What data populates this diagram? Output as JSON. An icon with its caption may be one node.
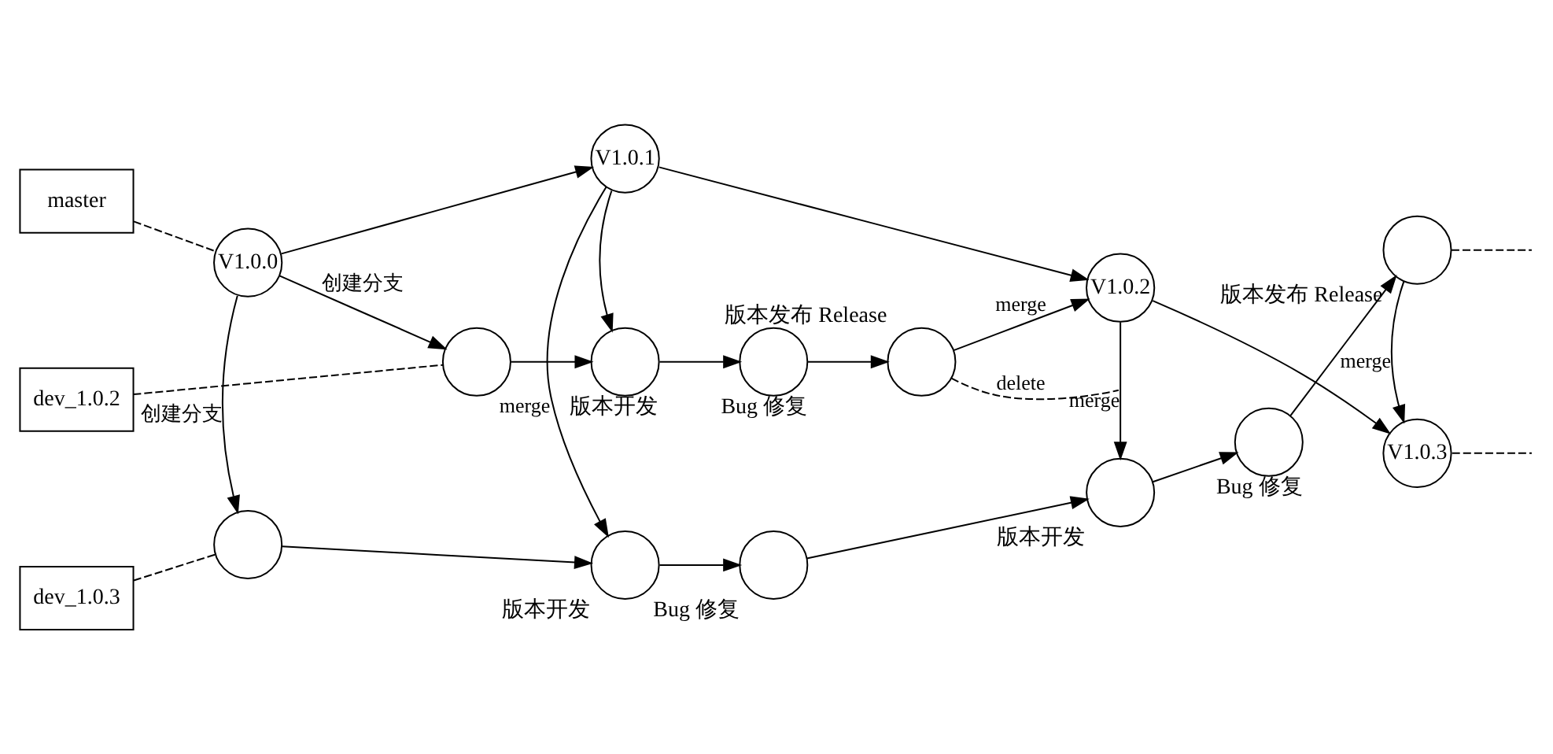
{
  "diagram": {
    "nodes": [
      {
        "text": [
          "master"
        ]
      },
      {
        "text": [
          "dev_1.0.2"
        ]
      },
      {
        "text": [
          "dev_1.0.3"
        ]
      },
      {
        "text": [
          "V1.0.0"
        ]
      },
      {
        "text": [
          "V1.0.1"
        ]
      },
      {
        "text": [
          "V1.0.2"
        ]
      },
      {
        "text": [
          "V1.0.3"
        ]
      },
      {
        "text": [],
        "shape": "circle"
      },
      {
        "text": [],
        "shape": "circle",
        "beside": [
          "版本开发"
        ]
      },
      {
        "text": [],
        "shape": "circle",
        "beside": [
          "Bug 修复"
        ]
      },
      {
        "text": [],
        "shape": "circle",
        "beside": [
          "版本发布 Release"
        ]
      },
      {
        "text": [],
        "shape": "circle"
      },
      {
        "text": [],
        "shape": "circle",
        "beside": [
          "版本开发"
        ]
      },
      {
        "text": [],
        "shape": "circle",
        "beside": [
          "Bug 修复"
        ]
      },
      {
        "text": [],
        "shape": "circle",
        "beside": [
          "版本开发"
        ]
      },
      {
        "text": [],
        "shape": "circle",
        "beside": [
          "Bug 修复"
        ]
      },
      {
        "text": [],
        "shape": "circle",
        "beside": [
          "版本发布 Release"
        ]
      }
    ],
    "edges": [
      {
        "from": 0,
        "to": 3,
        "arrow": "none",
        "style": "dashed"
      },
      {
        "from": 3,
        "to": 4,
        "arrow": "to"
      },
      {
        "from": 4,
        "to": 5,
        "arrow": "to"
      },
      {
        "from": 5,
        "to": 6,
        "arrow": "to"
      },
      {
        "from": 6,
        "to": null,
        "arrow": "none",
        "style": "dashed"
      },
      {
        "from": 1,
        "to": 7,
        "arrow": "none",
        "style": "dashed"
      },
      {
        "from": 7,
        "to": 8,
        "arrow": "to"
      },
      {
        "from": 8,
        "to": 9,
        "arrow": "to"
      },
      {
        "from": 9,
        "to": 10,
        "arrow": "to"
      },
      {
        "from": 10,
        "to": null,
        "label": "delete",
        "arrow": "none",
        "style": "dashed"
      },
      {
        "from": 2,
        "to": 11,
        "arrow": "none",
        "style": "dashed"
      },
      {
        "from": 11,
        "to": 12,
        "arrow": "to"
      },
      {
        "from": 12,
        "to": 13,
        "arrow": "to"
      },
      {
        "from": 13,
        "to": 14,
        "arrow": "to"
      },
      {
        "from": 14,
        "to": 15,
        "arrow": "to"
      },
      {
        "from": 15,
        "to": 16,
        "arrow": "to"
      },
      {
        "from": 16,
        "to": null,
        "arrow": "none",
        "style": "dashed"
      },
      {
        "from": 3,
        "to": 7,
        "label": "创建分支",
        "arrow": "to"
      },
      {
        "from": 3,
        "to": 11,
        "label": "创建分支",
        "arrow": "to"
      },
      {
        "from": 4,
        "to": 8,
        "arrow": "to"
      },
      {
        "from": 4,
        "to": 12,
        "label": "merge",
        "arrow": "to"
      },
      {
        "from": 10,
        "to": 5,
        "label": "merge",
        "arrow": "to"
      },
      {
        "from": 5,
        "to": 14,
        "label": "merge",
        "arrow": "to"
      },
      {
        "from": 16,
        "to": 6,
        "label": "merge",
        "arrow": "to"
      }
    ]
  }
}
